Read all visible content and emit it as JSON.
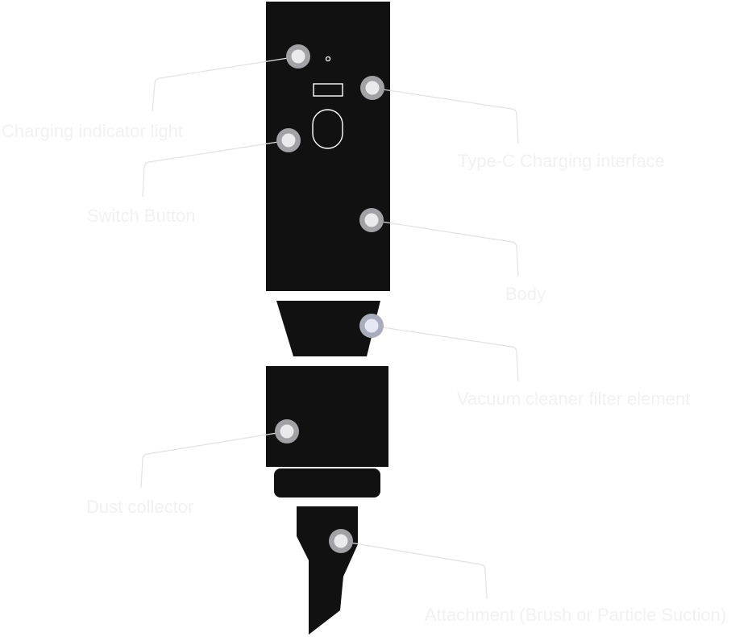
{
  "colors": {
    "device": "#111111",
    "outline": "#ffffff",
    "leader_line": "#e2e2e2",
    "marker_ring": "#a2a2a6",
    "marker_core": "#eaeaee",
    "marker_ring_accent": "#a9acbb",
    "marker_core_accent": "#e5e8f4",
    "label_text": "#f1f1f1"
  },
  "callouts": [
    {
      "id": "charging-indicator-light",
      "label": "Charging indicator light"
    },
    {
      "id": "type-c-charging-interface",
      "label": "Type-C Charging interface"
    },
    {
      "id": "switch-button",
      "label": "Switch Button"
    },
    {
      "id": "body",
      "label": "Body"
    },
    {
      "id": "vacuum-cleaner-filter-element",
      "label": "Vacuum cleaner filter element"
    },
    {
      "id": "dust-collector",
      "label": "Dust collector"
    },
    {
      "id": "attachment",
      "label": "Attachment (Brush or Particle Suction)"
    }
  ]
}
